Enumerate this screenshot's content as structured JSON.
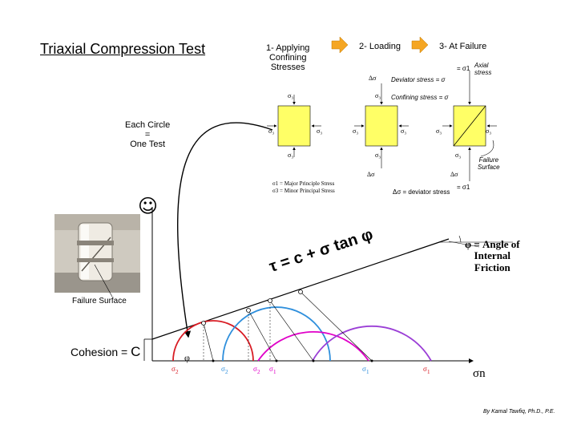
{
  "title": "Triaxial Compression Test",
  "steps": {
    "applying": "1- Applying\nConfining\nStresses",
    "loading": "2- Loading",
    "failure": "3- At Failure"
  },
  "labels": {
    "each_circle": "Each Circle\n=\nOne Test",
    "deviator_stress": "Deviator stress = σ",
    "confining_stress": "Confining stress = σ",
    "axial_stress": "Axial\nstress",
    "failure_surface_sample": "Failure\nSurface",
    "major_stress": "σ1 = Major Principle Stress",
    "minor_stress": "σ3 = Minor Principal Stress",
    "deviator_def": "Δσ = deviator stress",
    "equals_sigma1": "= σ1",
    "failure_surface_photo": "Failure Surface",
    "cohesion": "Cohesion = ",
    "cohesion_symbol": "C",
    "equation": "τ = c + σ tan φ",
    "angle_label": "φ = Angle of\nInternal\nFriction",
    "sigma_n": "σn",
    "credit": "By Kamal Tawfiq, Ph.D., P.E.",
    "smiley": "☺",
    "phi": "φ"
  },
  "axis_ticks": [
    "σ",
    "2",
    "σ",
    "2",
    "σ",
    "2",
    "σ",
    "1",
    "σ",
    "1",
    "σ",
    "1"
  ],
  "colors": {
    "arrow": "#f5a623",
    "sample": "#ffff66",
    "circle_red": "#d81c24",
    "circle_blue": "#2f8fdc",
    "circle_magenta": "#e000c8",
    "circle_purple": "#9b3fd6",
    "envelope": "#000000"
  }
}
